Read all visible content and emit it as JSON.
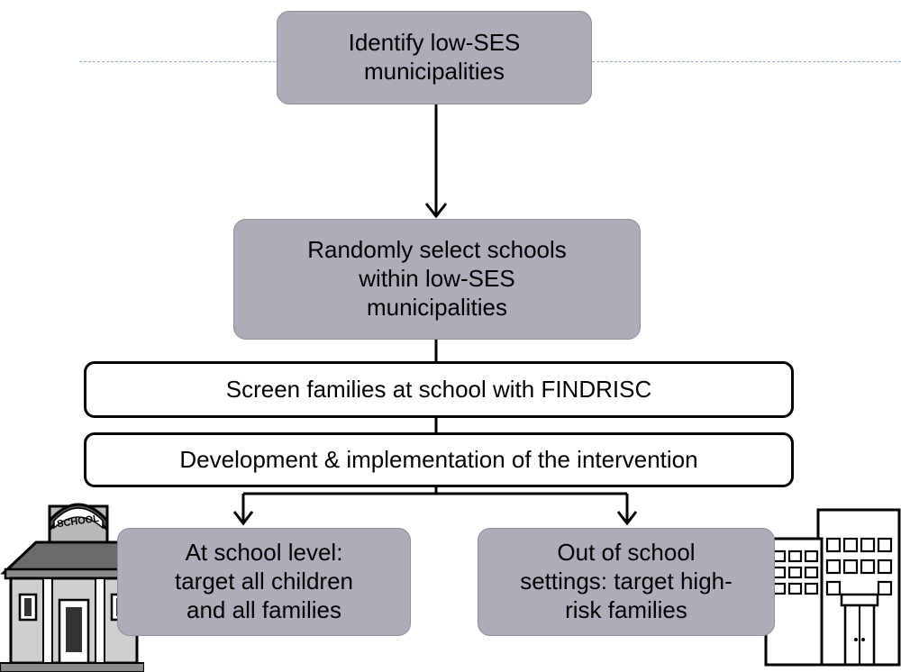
{
  "nodes": {
    "step1": "Identify low-SES\nmunicipalities",
    "step2": "Randomly select schools\nwithin low-SES\nmunicipalities",
    "step3": "Screen families at school with FINDRISC",
    "step4": "Development & implementation of the intervention",
    "branch_left": "At school level:\ntarget all children\nand all families",
    "branch_right": "Out of school\nsettings: target high-\nrisk families"
  },
  "illustrations": {
    "school_sign": "SCHOOL"
  },
  "colors": {
    "grey_box": "#aeacb8",
    "dashed_line": "#9bb4cf",
    "line": "#000000"
  }
}
